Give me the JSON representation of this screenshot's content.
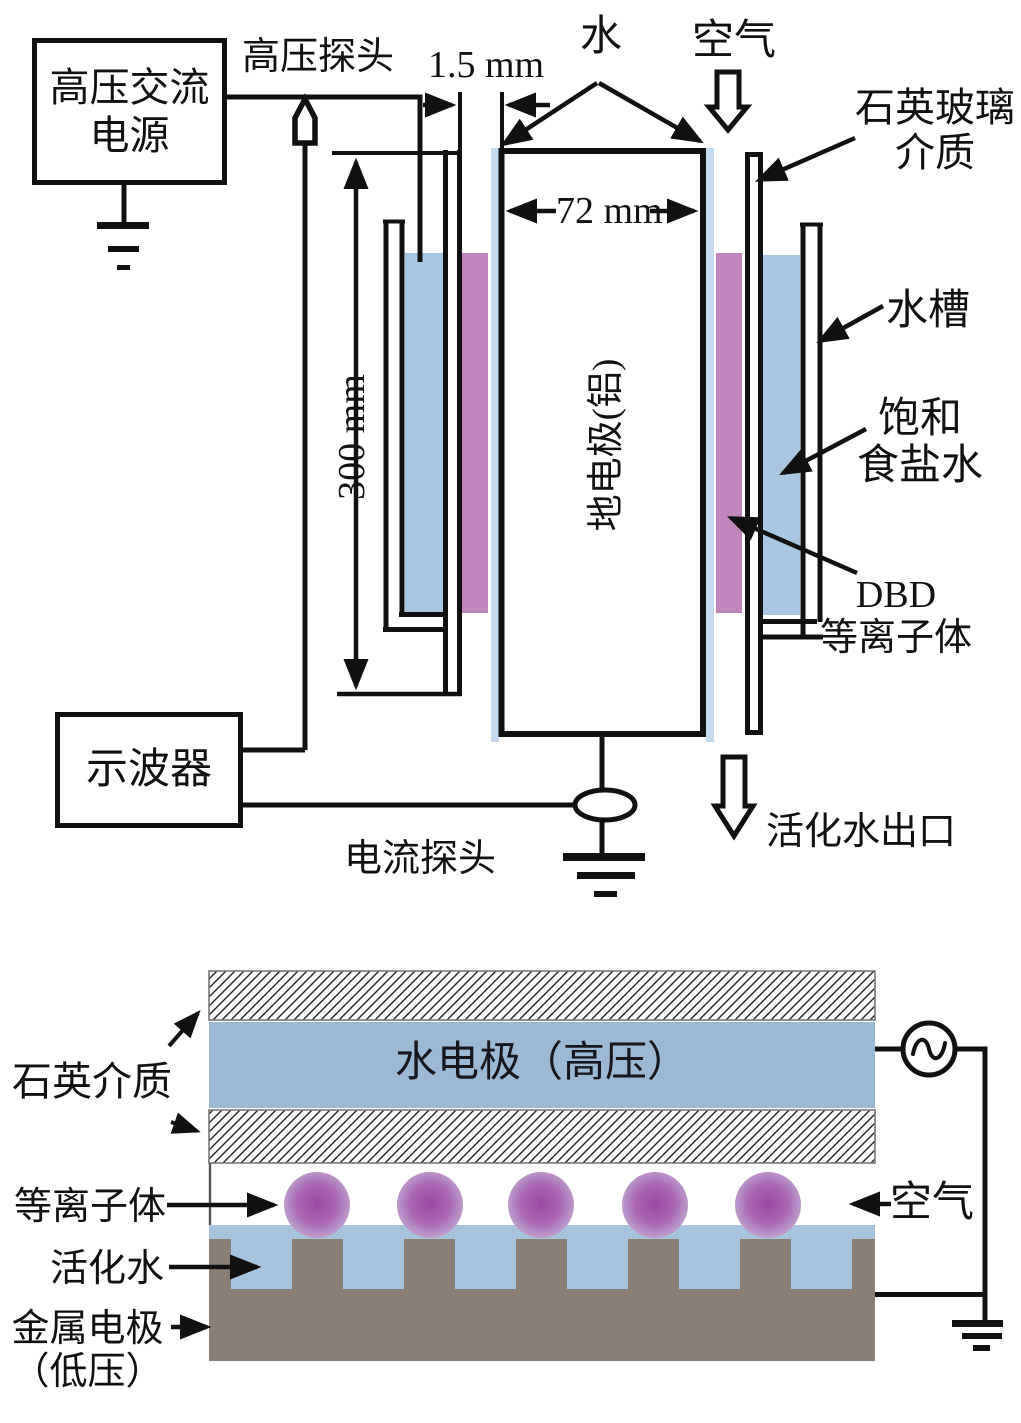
{
  "figure_top": {
    "power_supply": {
      "line1": "高压交流",
      "line2": "电源"
    },
    "hv_probe_label": "高压探头",
    "gap_dimension": "1.5 mm",
    "water_label": "水",
    "air_label": "空气",
    "quartz_label": {
      "line1": "石英玻璃",
      "line2": "介质"
    },
    "tank_label": "水槽",
    "brine_label": {
      "line1": "饱和",
      "line2": "食盐水"
    },
    "dbd_label": {
      "line1": "DBD",
      "line2": "等离子体"
    },
    "ground_electrode_label": "地电极(铝)",
    "height_dimension": "300 mm",
    "width_dimension": "72 mm",
    "oscilloscope_label": "示波器",
    "current_probe_label": "电流探头",
    "outlet_label": "活化水出口"
  },
  "figure_bottom": {
    "quartz_label": "石英介质",
    "water_electrode_label": "水电极（高压）",
    "plasma_label": "等离子体",
    "activated_water_label": "活化水",
    "metal_electrode_label": {
      "line1": "金属电极",
      "line2": "（低压）"
    },
    "air_label": "空气"
  },
  "colors": {
    "line": "#111111",
    "salt_water": "#a9c7e2",
    "water_film": "#c6daed",
    "plasma_strip": "#c085bb",
    "electrode_blue": "#9bb8d5",
    "activated_water": "#a7c4de",
    "metal_gray": "#897f76",
    "plasma_ball_center": "#9a48a0",
    "plasma_ball_mid": "#a968b2",
    "plasma_ball_edge": "#c2a6d2"
  }
}
